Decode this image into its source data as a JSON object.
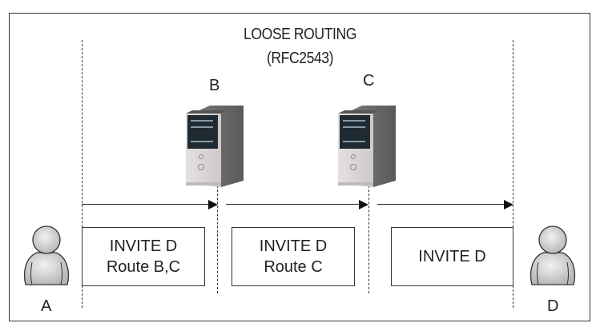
{
  "diagram": {
    "title_line1": "LOOSE ROUTING",
    "title_line2": "(RFC2543)",
    "nodes": {
      "a": {
        "label": "A",
        "type": "user"
      },
      "b": {
        "label": "B",
        "type": "server"
      },
      "c": {
        "label": "C",
        "type": "server"
      },
      "d": {
        "label": "D",
        "type": "user"
      }
    },
    "messages": [
      {
        "line1": "INVITE D",
        "line2": "Route B,C"
      },
      {
        "line1": "INVITE D",
        "line2": "Route C"
      },
      {
        "line1": "INVITE D",
        "line2": ""
      }
    ]
  }
}
